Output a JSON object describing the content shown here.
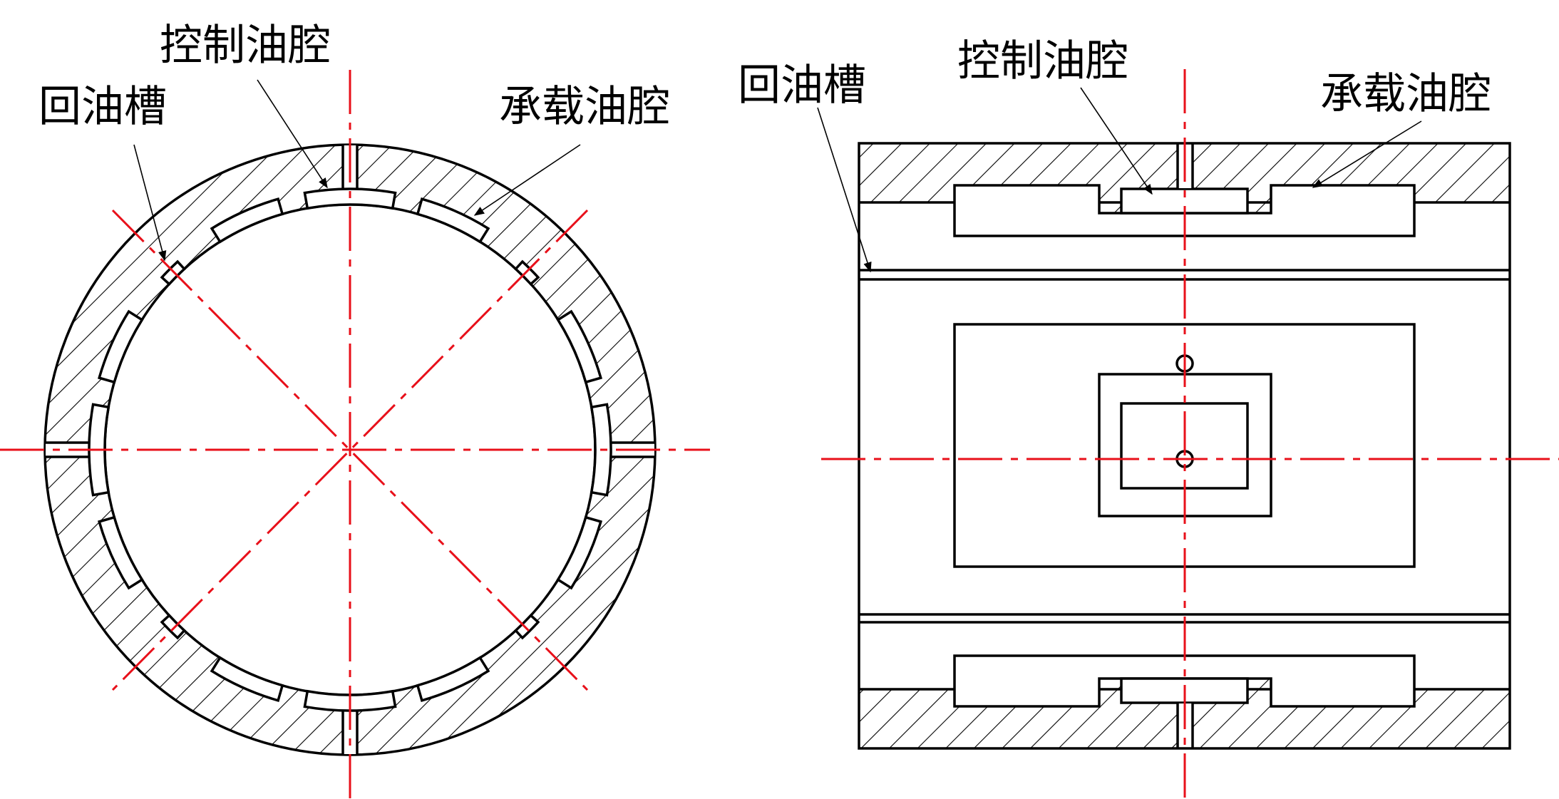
{
  "colors": {
    "outline": "#000000",
    "centerline": "#e8101a",
    "background": "#ffffff"
  },
  "left_view": {
    "label_control_cavity": "控制油腔",
    "label_return_groove": "回油槽",
    "label_bearing_cavity": "承载油腔"
  },
  "right_view": {
    "label_return_groove": "回油槽",
    "label_control_cavity": "控制油腔",
    "label_bearing_cavity": "承载油腔"
  }
}
